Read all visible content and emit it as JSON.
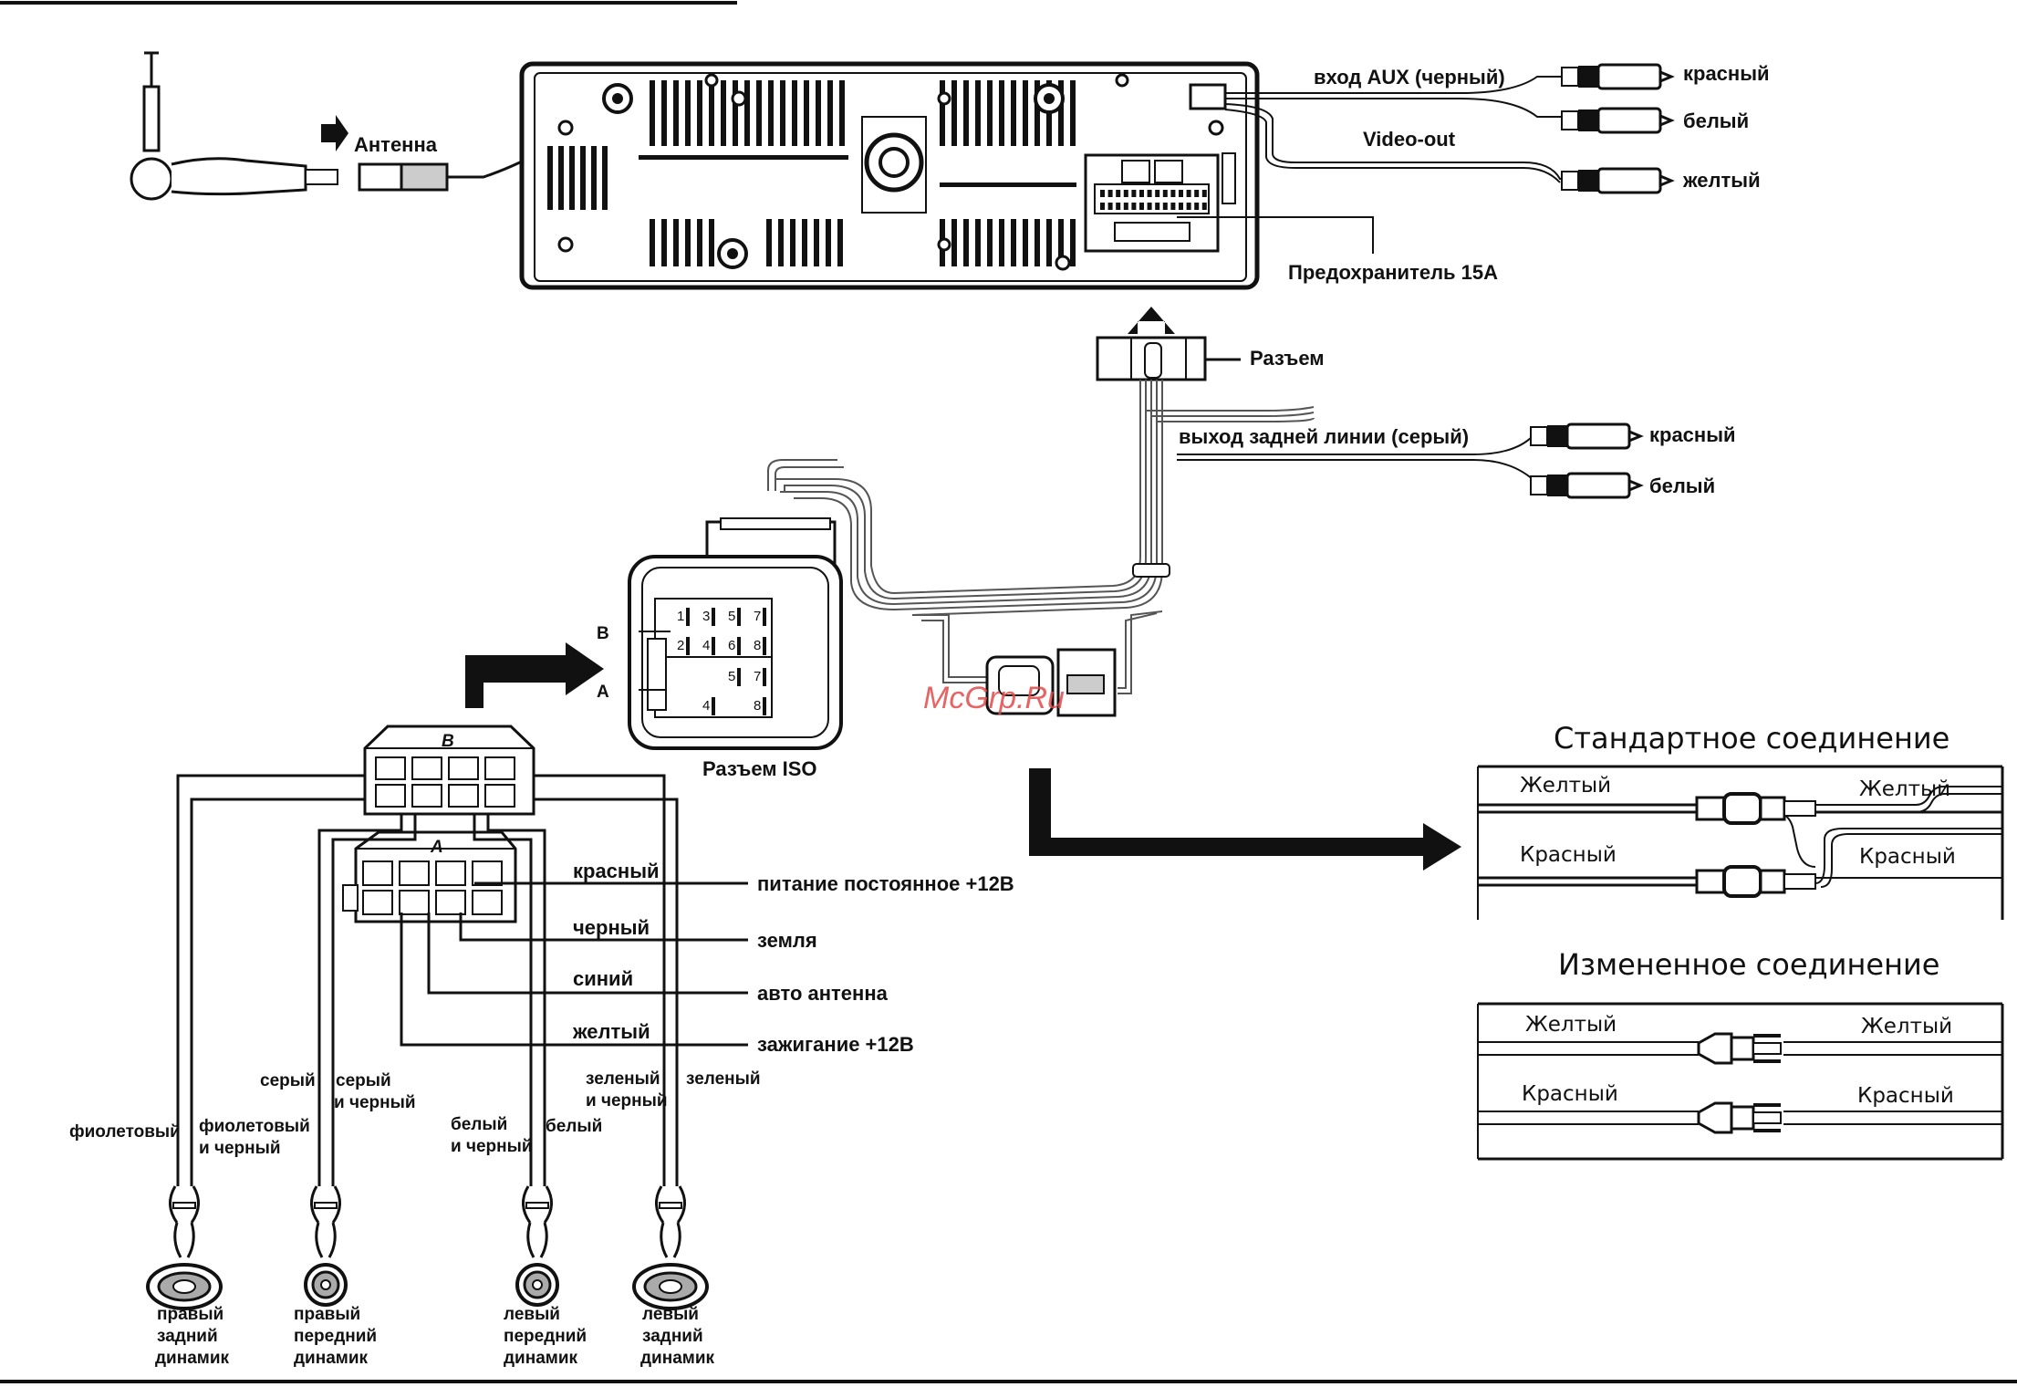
{
  "labels": {
    "antenna": "Антенна",
    "aux_in": "вход AUX (черный)",
    "video_out": "Video-out",
    "aux_red": "красный",
    "aux_white": "белый",
    "video_yellow": "желтый",
    "fuse": "Предохранитель 15А",
    "connector": "Разъем",
    "rear_out": "выход задней линии (серый)",
    "rear_red": "красный",
    "rear_white": "белый",
    "iso_connector": "Разъем ISO",
    "iso_b": "B",
    "iso_a": "A",
    "watermark": "McGrp.Ru"
  },
  "iso_pins": {
    "row1": [
      "1",
      "3",
      "5",
      "7"
    ],
    "row2": [
      "2",
      "4",
      "6",
      "8"
    ],
    "row3": [
      "5",
      "7"
    ],
    "row4": [
      "4",
      "8"
    ]
  },
  "block_labels": {
    "b": "B",
    "a": "A"
  },
  "a_wires": [
    {
      "color": "красный",
      "function": "питание постоянное +12В"
    },
    {
      "color": "черный",
      "function": "земля"
    },
    {
      "color": "синий",
      "function": "авто антенна"
    },
    {
      "color": "желтый",
      "function": "зажигание +12В"
    }
  ],
  "speaker_wires": {
    "violet": "фиолетовый",
    "violet_black": [
      "фиолетовый",
      "и черный"
    ],
    "gray": "серый",
    "gray_black": [
      "серый",
      "и черный"
    ],
    "white_black": [
      "белый",
      "и черный"
    ],
    "white": "белый",
    "green_black": [
      "зеленый",
      "и черный"
    ],
    "green": "зеленый"
  },
  "speakers": [
    [
      "правый",
      "задний",
      "динамик"
    ],
    [
      "правый",
      "передний",
      "динамик"
    ],
    [
      "левый",
      "передний",
      "динамик"
    ],
    [
      "левый",
      "задний",
      "динамик"
    ]
  ],
  "standard_connection": {
    "title": "Стандартное соединение",
    "left_top": "Желтый",
    "right_top": "Желтый",
    "left_bottom": "Красный",
    "right_bottom": "Красный"
  },
  "modified_connection": {
    "title": "Измененное соединение",
    "left_top": "Желтый",
    "right_top": "Желтый",
    "left_bottom": "Красный",
    "right_bottom": "Красный"
  }
}
